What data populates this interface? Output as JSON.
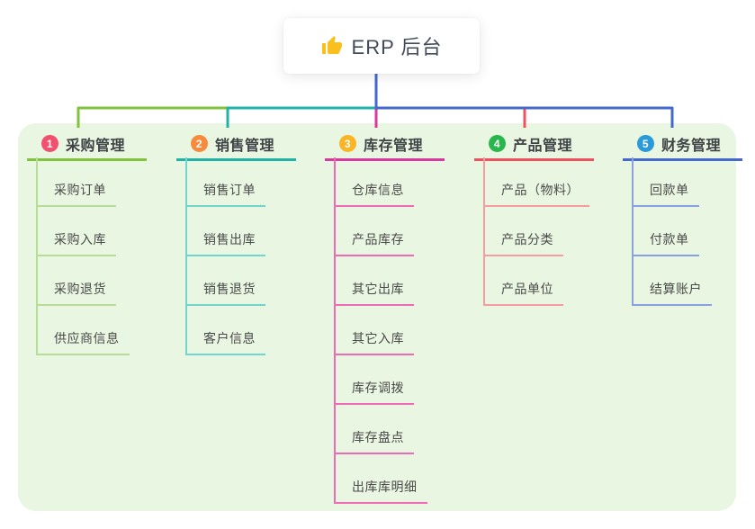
{
  "root": {
    "label": "ERP 后台",
    "icon": "thumbs-up-icon",
    "icon_color": "#f9bf1d",
    "card_bg": "#ffffff"
  },
  "colors": {
    "panel_bg": "#e9f6e2",
    "trunk_blue": "#4468cc"
  },
  "branches": [
    {
      "index": "1",
      "label": "采购管理",
      "color": "#82c33d",
      "light": "#b8dd96",
      "badge": "#f1506e",
      "children": [
        "采购订单",
        "采购入库",
        "采购退货",
        "供应商信息"
      ]
    },
    {
      "index": "2",
      "label": "销售管理",
      "color": "#21b3a8",
      "light": "#72d5cd",
      "badge": "#f68b3d",
      "children": [
        "销售订单",
        "销售出库",
        "销售退货",
        "客户信息"
      ]
    },
    {
      "index": "3",
      "label": "库存管理",
      "color": "#d8399f",
      "light": "#ef6ab5",
      "badge": "#f9b525",
      "children": [
        "仓库信息",
        "产品库存",
        "其它出库",
        "其它入库",
        "库存调拨",
        "库存盘点",
        "出库库明细"
      ]
    },
    {
      "index": "4",
      "label": "产品管理",
      "color": "#f0515f",
      "light": "#f69ba1",
      "badge": "#29b64d",
      "children": [
        "产品（物料）",
        "产品分类",
        "产品单位"
      ]
    },
    {
      "index": "5",
      "label": "财务管理",
      "color": "#4468cc",
      "light": "#8ba0e0",
      "badge": "#2a9bd8",
      "children": [
        "回款单",
        "付款单",
        "结算账户"
      ]
    }
  ]
}
